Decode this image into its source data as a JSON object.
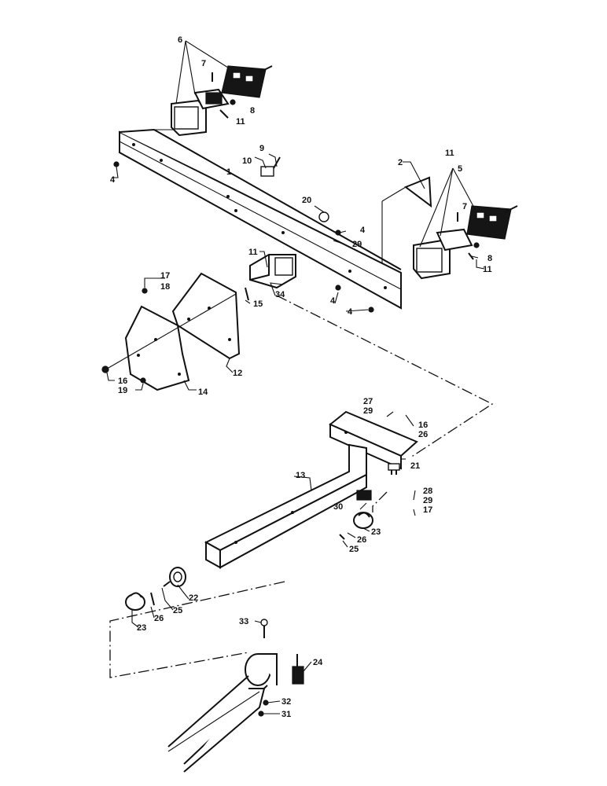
{
  "diagram": {
    "description_free": true,
    "callouts": {
      "c1": "1",
      "c2": "2",
      "c4a": "4",
      "c4b": "4",
      "c4c": "4",
      "c4d": "4",
      "c5": "5",
      "c6": "6",
      "c7a": "7",
      "c7b": "7",
      "c8a": "8",
      "c8b": "8",
      "c9": "9",
      "c10": "10",
      "c11a": "11",
      "c11b": "11",
      "c11c": "11",
      "c11d": "11",
      "c12": "12",
      "c13": "13",
      "c14": "14",
      "c15": "15",
      "c16a": "16",
      "c16b": "16",
      "c17a": "17",
      "c17b": "17",
      "c18": "18",
      "c19": "19",
      "c20": "20",
      "c21": "21",
      "c22": "22",
      "c23a": "23",
      "c23b": "23",
      "c24": "24",
      "c25a": "25",
      "c25b": "25",
      "c26a": "26",
      "c26b": "26",
      "c26c": "26",
      "c27": "27",
      "c28": "28",
      "c29a": "29",
      "c29b": "29",
      "c29c": "29",
      "c30": "30",
      "c31": "31",
      "c32": "32",
      "c33": "33",
      "c34": "34"
    }
  }
}
